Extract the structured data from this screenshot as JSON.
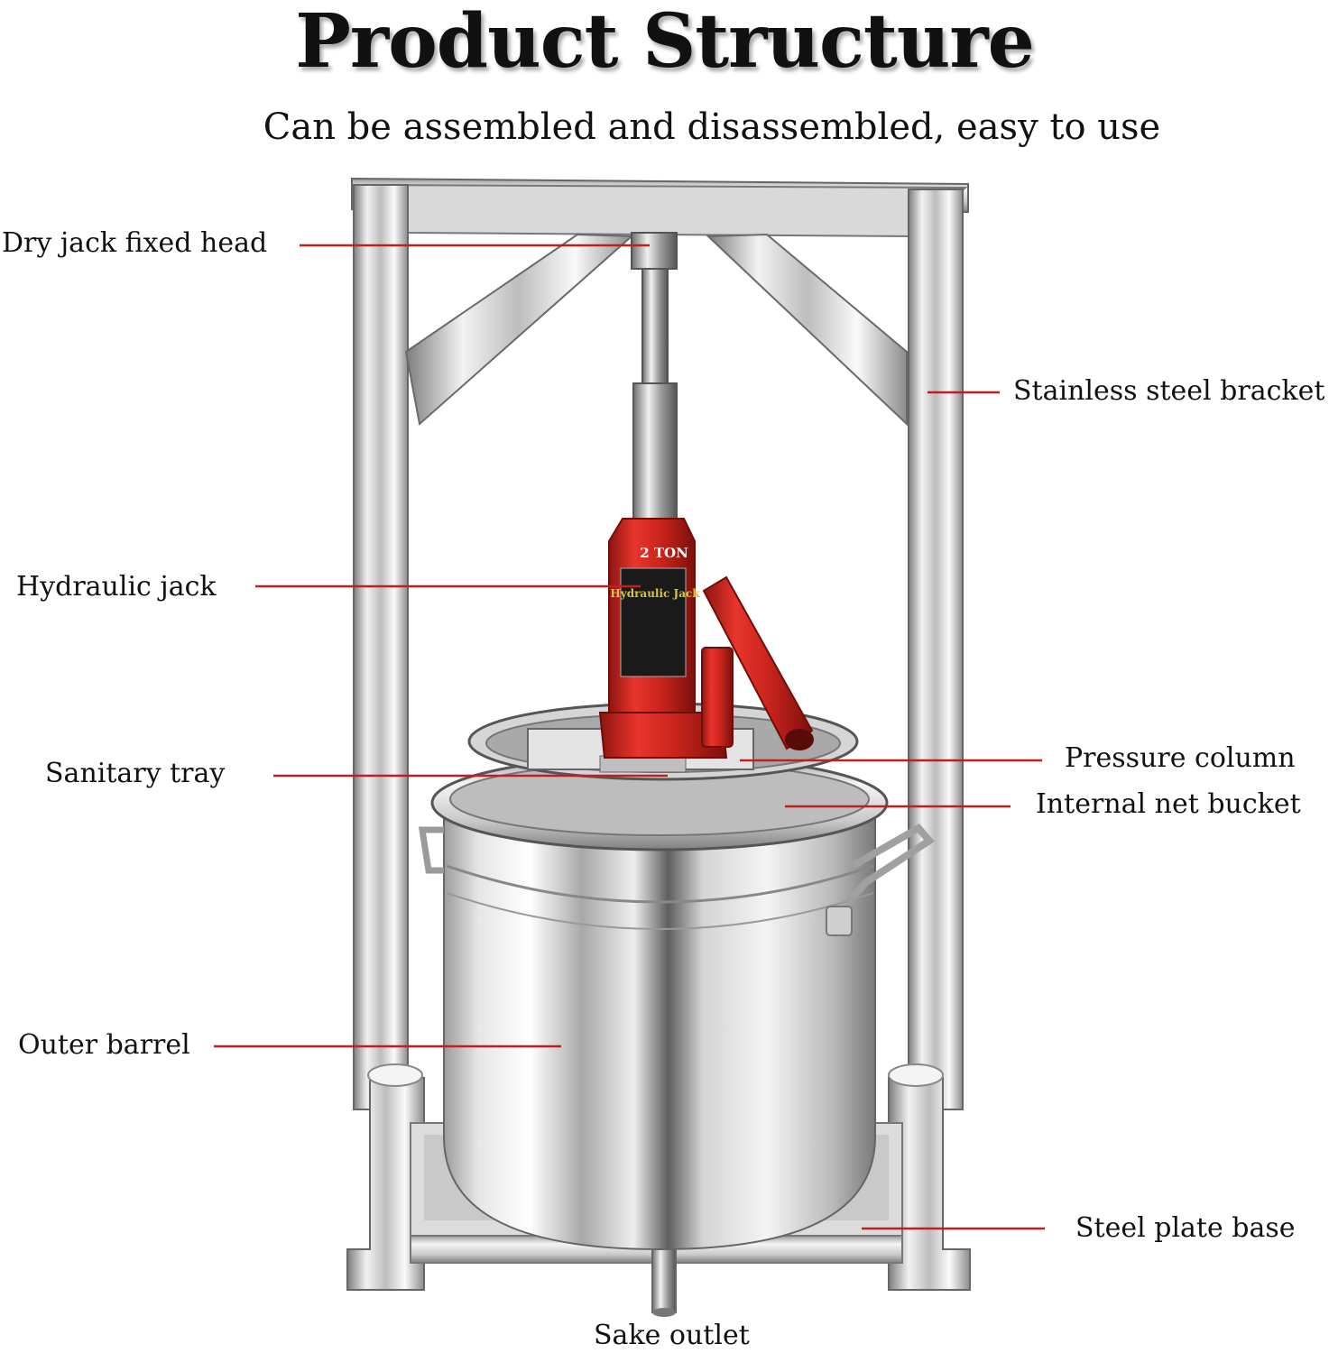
{
  "title": "Product Structure",
  "subtitle": "Can be assembled and disassembled, easy to use",
  "colors": {
    "leader_line": "#c0201c",
    "jack_red": "#d42a22",
    "steel_light": "#eeeeee",
    "steel_dark": "#8a8a8a"
  },
  "jack_label": "2 TON",
  "jack_badge": "Hydraulic Jack",
  "labels": {
    "dry_jack_fixed_head": "Dry jack fixed head",
    "stainless_steel_bracket": "Stainless steel bracket",
    "hydraulic_jack": "Hydraulic jack",
    "sanitary_tray": "Sanitary tray",
    "pressure_column": "Pressure column",
    "internal_net_bucket": "Internal net bucket",
    "outer_barrel": "Outer barrel",
    "steel_plate_base": "Steel plate base",
    "sake_outlet": "Sake outlet"
  }
}
